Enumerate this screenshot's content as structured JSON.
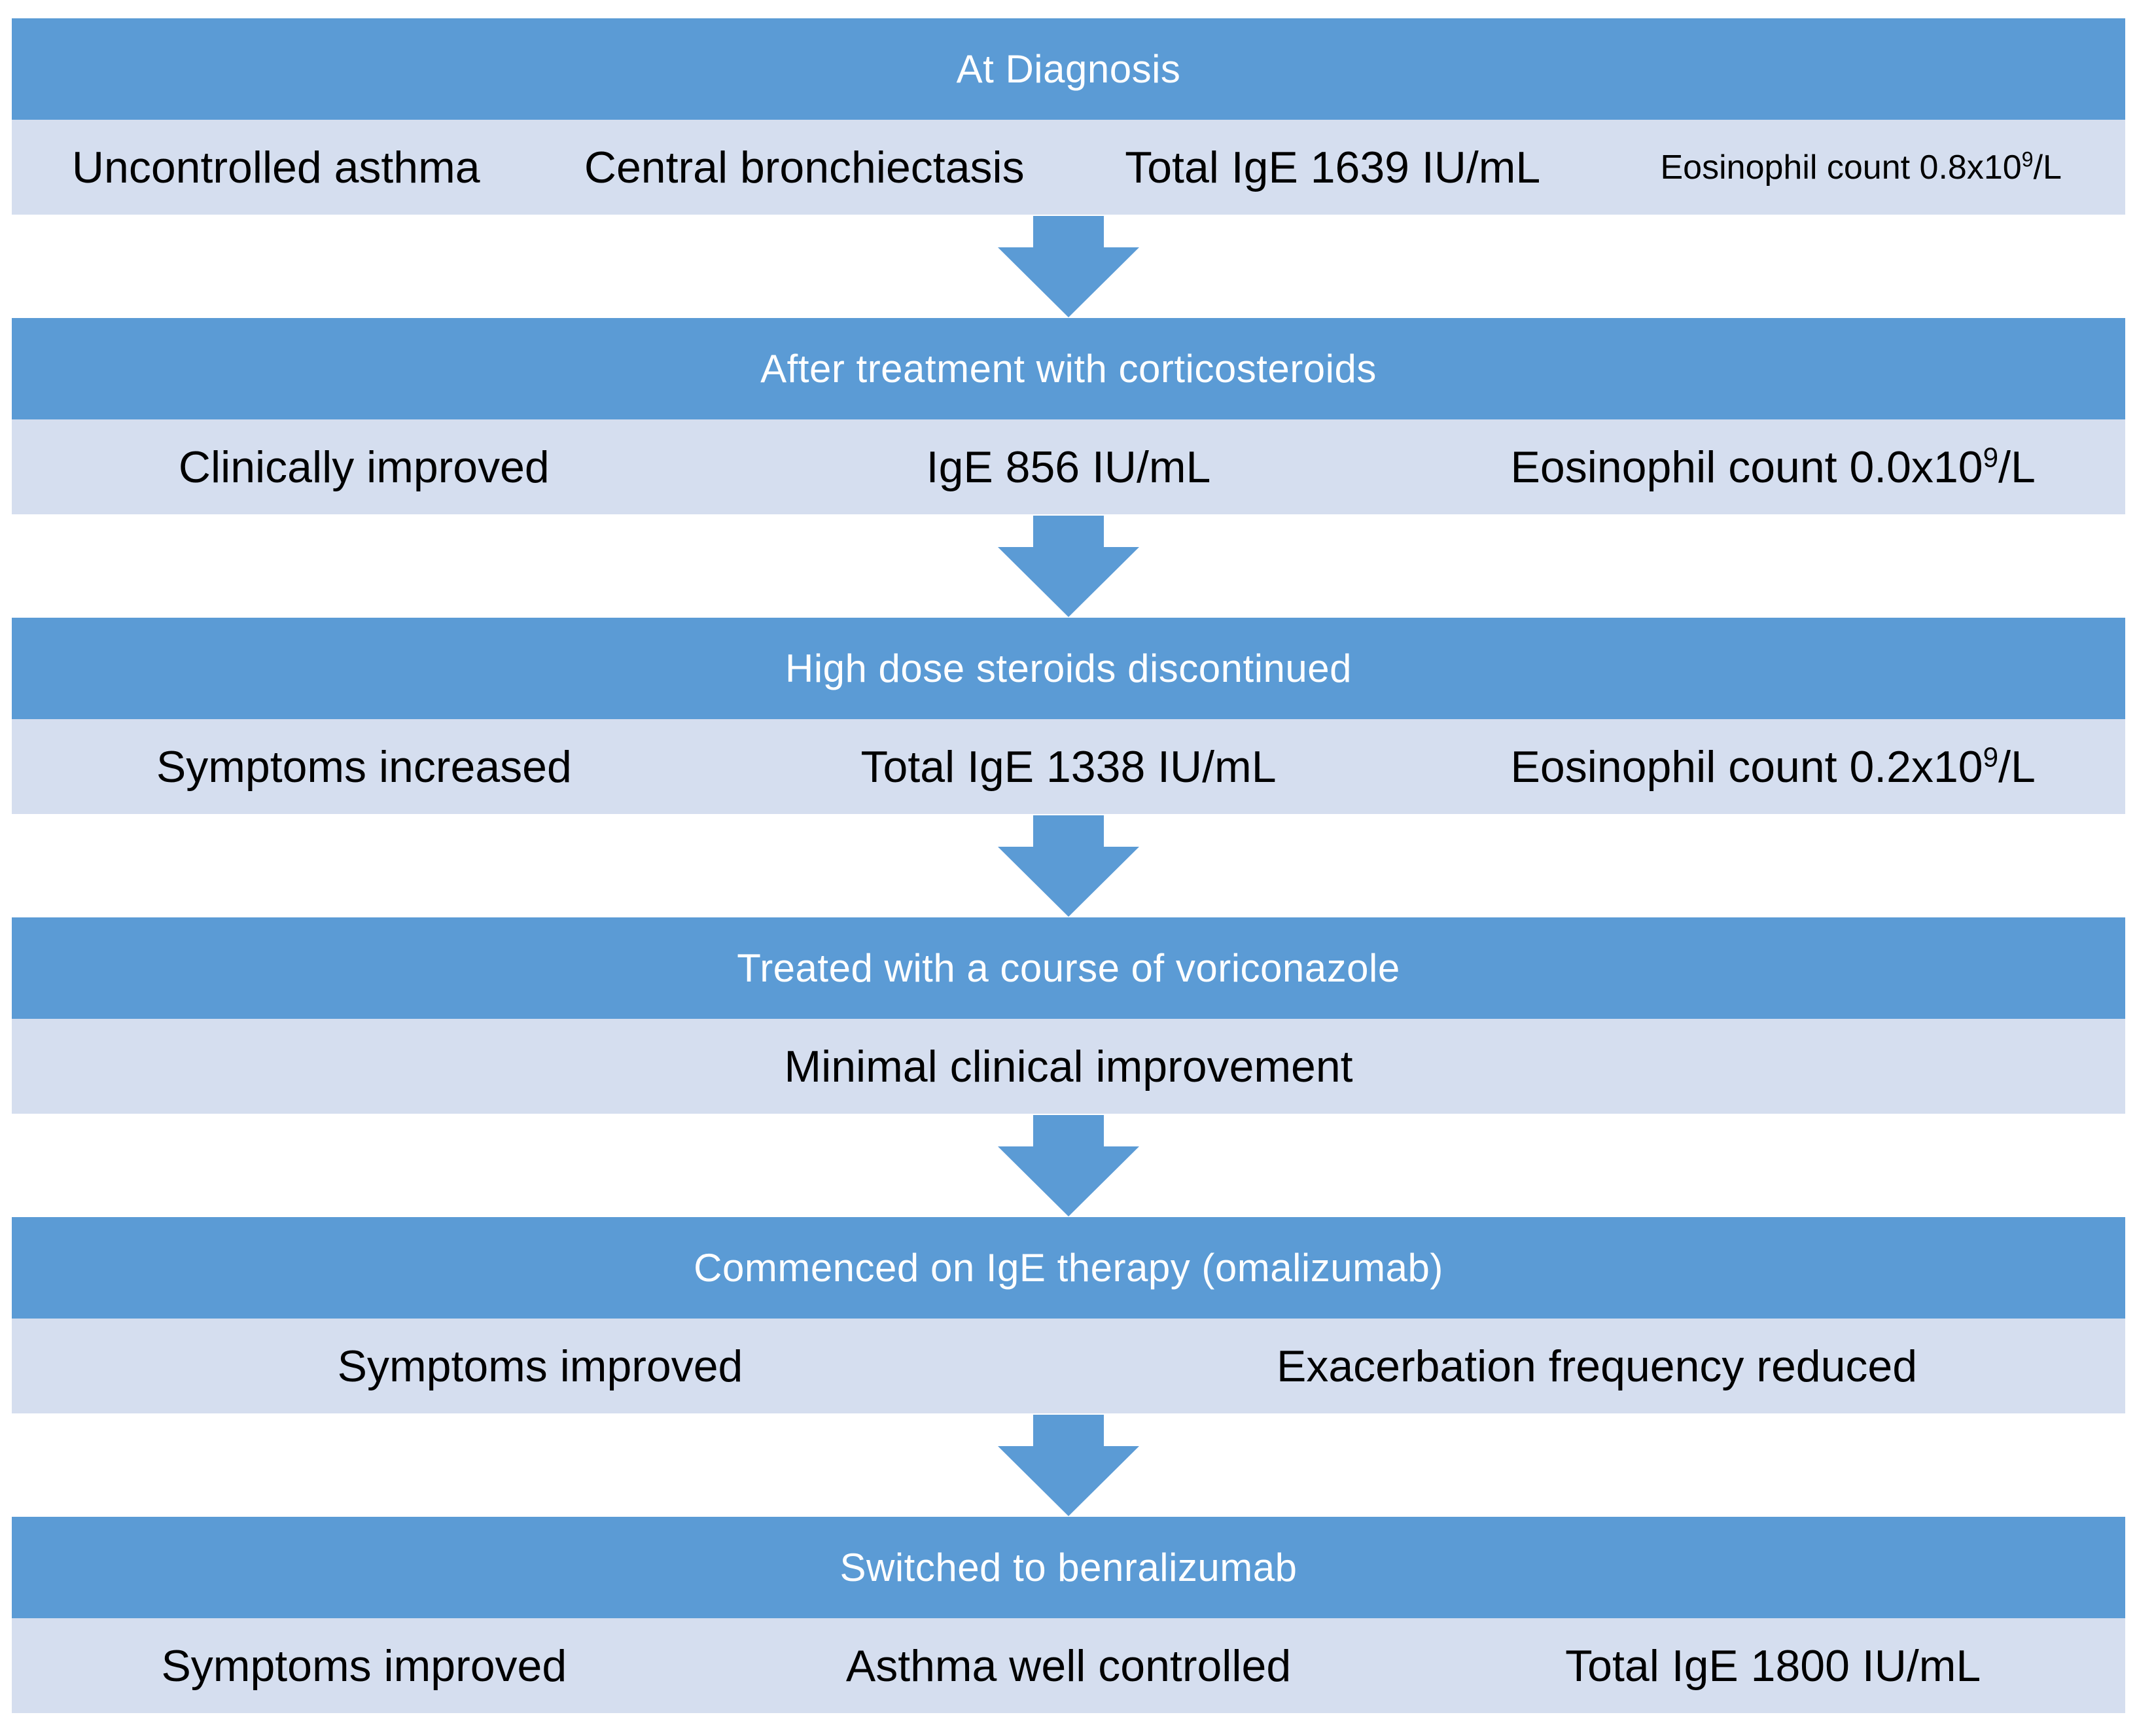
{
  "colors": {
    "header_bg": "#5b9bd5",
    "row_bg": "#d5deef",
    "arrow": "#5b9bd5",
    "header_text": "#ffffff",
    "body_text": "#000000"
  },
  "sections": [
    {
      "header": "At Diagnosis",
      "items": [
        {
          "pre": "Uncontrolled asthma"
        },
        {
          "pre": "Central bronchiectasis"
        },
        {
          "pre": "Total IgE 1639 IU/mL"
        },
        {
          "pre": "Eosinophil count 0.8x10",
          "sup": "9",
          "post": "/L"
        }
      ]
    },
    {
      "header": "After treatment with corticosteroids",
      "items": [
        {
          "pre": "Clinically improved"
        },
        {
          "pre": "IgE 856 IU/mL"
        },
        {
          "pre": "Eosinophil count 0.0x10",
          "sup": "9",
          "post": "/L"
        }
      ]
    },
    {
      "header": "High dose steroids discontinued",
      "items": [
        {
          "pre": "Symptoms increased"
        },
        {
          "pre": "Total IgE 1338 IU/mL"
        },
        {
          "pre": "Eosinophil count 0.2x10",
          "sup": "9",
          "post": "/L"
        }
      ]
    },
    {
      "header": "Treated with a course of voriconazole",
      "items": [
        {
          "pre": "Minimal clinical improvement"
        }
      ]
    },
    {
      "header": "Commenced on IgE therapy (omalizumab)",
      "items": [
        {
          "pre": "Symptoms improved"
        },
        {
          "pre": "Exacerbation frequency reduced"
        }
      ]
    },
    {
      "header": "Switched to benralizumab",
      "items": [
        {
          "pre": "Symptoms improved"
        },
        {
          "pre": "Asthma well controlled"
        },
        {
          "pre": "Total IgE 1800 IU/mL"
        }
      ]
    }
  ]
}
